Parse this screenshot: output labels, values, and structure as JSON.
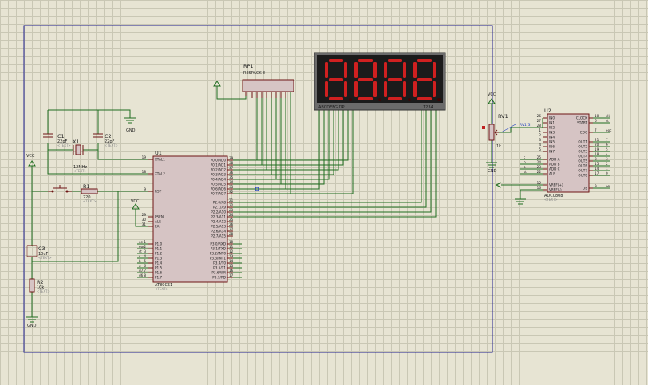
{
  "u1": {
    "ref": "U1",
    "part": "AT89C51",
    "text": "<TEXT>",
    "left_pins": [
      {
        "name": "XTAL1",
        "num": "19"
      },
      {
        "name": "XTAL2",
        "num": "18"
      },
      {
        "name": "RST",
        "num": "9"
      },
      {
        "name": "PSEN",
        "num": "29"
      },
      {
        "name": "ALE",
        "num": "30"
      },
      {
        "name": "EA",
        "num": "31"
      },
      {
        "name": "P1.0",
        "num": "1"
      },
      {
        "name": "P1.1",
        "num": "2"
      },
      {
        "name": "P1.2",
        "num": "3"
      },
      {
        "name": "P1.3",
        "num": "4"
      },
      {
        "name": "P1.4",
        "num": "5"
      },
      {
        "name": "P1.5",
        "num": "6"
      },
      {
        "name": "P1.6",
        "num": "7"
      },
      {
        "name": "P1.7",
        "num": "8"
      }
    ],
    "right_pins": [
      {
        "name": "P0.0/AD0",
        "num": "39"
      },
      {
        "name": "P0.1/AD1",
        "num": "38"
      },
      {
        "name": "P0.2/AD2",
        "num": "37"
      },
      {
        "name": "P0.3/AD3",
        "num": "36"
      },
      {
        "name": "P0.4/AD4",
        "num": "35"
      },
      {
        "name": "P0.5/AD5",
        "num": "34"
      },
      {
        "name": "P0.6/AD6",
        "num": "33"
      },
      {
        "name": "P0.7/AD7",
        "num": "32"
      },
      {
        "name": "P2.0/A8",
        "num": "21"
      },
      {
        "name": "P2.1/A9",
        "num": "22"
      },
      {
        "name": "P2.2/A10",
        "num": "23"
      },
      {
        "name": "P2.3/A11",
        "num": "24"
      },
      {
        "name": "P2.4/A12",
        "num": "25"
      },
      {
        "name": "P2.5/A13",
        "num": "26"
      },
      {
        "name": "P2.6/A14",
        "num": "27"
      },
      {
        "name": "P2.7/A15",
        "num": "28"
      },
      {
        "name": "P3.0/RXD",
        "num": "10"
      },
      {
        "name": "P3.1/TXD",
        "num": "11"
      },
      {
        "name": "P3.2/INT0",
        "num": "12"
      },
      {
        "name": "P3.3/INT1",
        "num": "13"
      },
      {
        "name": "P3.4/T0",
        "num": "14"
      },
      {
        "name": "P3.5/T1",
        "num": "15"
      },
      {
        "name": "P3.6/WR",
        "num": "16"
      },
      {
        "name": "P3.7/RD",
        "num": "17"
      }
    ],
    "p1_net_labels": [
      "oe",
      "eoc",
      "st",
      "c",
      "b",
      "a",
      "d7",
      "d6"
    ]
  },
  "rp1": {
    "ref": "RP1",
    "part": "RESPACK-8"
  },
  "display": {
    "digits": "8888",
    "seg_label": "ABCDEFG DP",
    "dig_label": "1234"
  },
  "c1": {
    "ref": "C1",
    "value": "22pF",
    "text": "<TEXT>"
  },
  "c2": {
    "ref": "C2",
    "value": "22pF",
    "text": "<TEXT>"
  },
  "x1": {
    "ref": "X1",
    "value": "12MHz",
    "text": "<TEXT>"
  },
  "c3": {
    "ref": "C3",
    "value": "10uF",
    "text": "<TEXT>"
  },
  "r1": {
    "ref": "R1",
    "value": "220",
    "text": "<TEXT>"
  },
  "r2": {
    "ref": "R2",
    "value": "10k",
    "text": "<TEXT>"
  },
  "rv1": {
    "ref": "RV1",
    "value": "1k",
    "probe": "RV1(3)"
  },
  "power": {
    "vcc": "VCC",
    "gnd": "GND"
  },
  "u2": {
    "ref": "U2",
    "part": "ADC0808",
    "text": "<TEXT>",
    "left_pins": [
      {
        "name": "IN0",
        "num": "26"
      },
      {
        "name": "IN1",
        "num": "27"
      },
      {
        "name": "IN2",
        "num": "28"
      },
      {
        "name": "IN3",
        "num": "1"
      },
      {
        "name": "IN4",
        "num": "2"
      },
      {
        "name": "IN5",
        "num": "3"
      },
      {
        "name": "IN6",
        "num": "4"
      },
      {
        "name": "IN7",
        "num": "5"
      },
      {
        "name": "ADD A",
        "num": "25"
      },
      {
        "name": "ADD B",
        "num": "24"
      },
      {
        "name": "ADD C",
        "num": "23"
      },
      {
        "name": "ALE",
        "num": "22"
      },
      {
        "name": "VREF(+)",
        "num": "12"
      },
      {
        "name": "VREF(-)",
        "num": "16"
      }
    ],
    "right_pins": [
      {
        "name": "CLOCK",
        "num": "10"
      },
      {
        "name": "START",
        "num": "6"
      },
      {
        "name": "EOC",
        "num": "7"
      },
      {
        "name": "OUT1",
        "num": "21"
      },
      {
        "name": "OUT2",
        "num": "20"
      },
      {
        "name": "OUT3",
        "num": "19"
      },
      {
        "name": "OUT4",
        "num": "18"
      },
      {
        "name": "OUT5",
        "num": "8"
      },
      {
        "name": "OUT6",
        "num": "15"
      },
      {
        "name": "OUT7",
        "num": "14"
      },
      {
        "name": "OUT8",
        "num": "17"
      },
      {
        "name": "OE",
        "num": "9"
      }
    ],
    "add_net_labels": [
      "c",
      "b",
      "a",
      "st"
    ],
    "out_net_labels": [
      "clk",
      "st",
      "eoc",
      "7",
      "6",
      "5",
      "4",
      "3",
      "2",
      "1",
      "0",
      "oe"
    ]
  }
}
